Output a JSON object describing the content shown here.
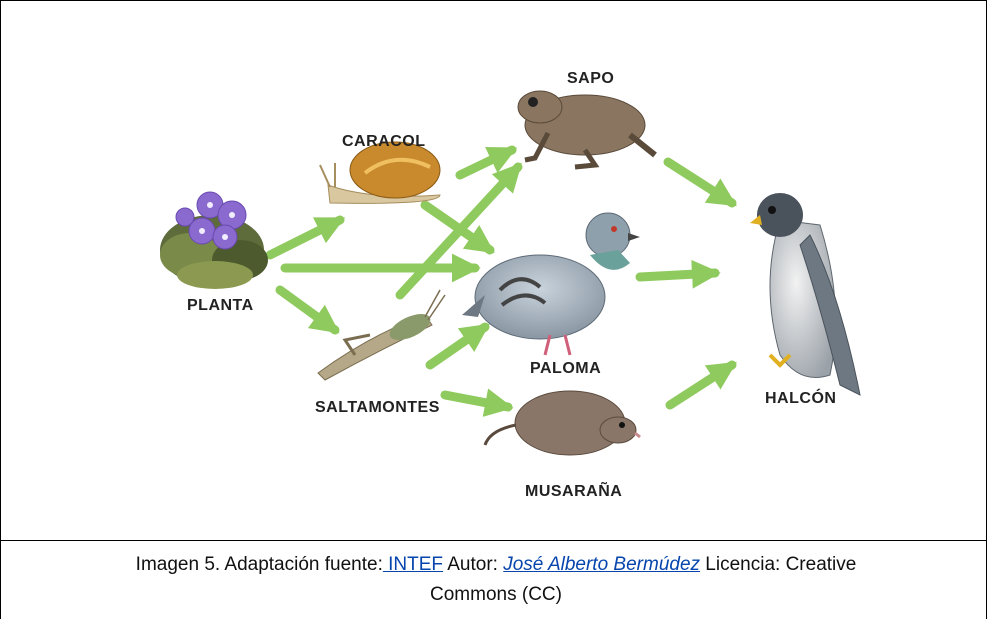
{
  "diagram": {
    "nodes": {
      "planta": "PLANTA",
      "caracol": "CARACOL",
      "saltamontes": "SALTAMONTES",
      "sapo": "SAPO",
      "paloma": "PALOMA",
      "musarana": "MUSARAÑA",
      "halcon": "HALCÓN"
    },
    "arrow_color": "#7cc142"
  },
  "caption": {
    "prefix": "Imagen 5. Adaptación fuente:",
    "source_link": " INTEF",
    "author_prefix": " Autor: ",
    "author_link": "José Alberto Bermúdez",
    "license_line1": " Licencia: Creative",
    "license_line2": "Commons (CC)"
  }
}
